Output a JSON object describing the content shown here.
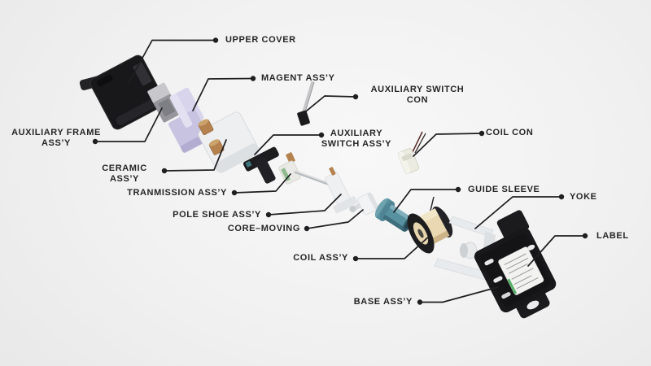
{
  "labels": {
    "upper_cover": "UPPER COVER",
    "magent_assy": "MAGENT ASS’Y",
    "auxiliary_switch_con": "AUXILIARY SWITCH\nCON",
    "auxiliary_frame_assy": "AUXILIARY FRAME\nASS’Y",
    "ceramic_assy": "CERAMIC\nASS’Y",
    "auxiliary_switch_assy": "AUXILIARY\nSWITCH ASS’Y",
    "coil_con": "COIL CON",
    "tranmission_assy": "TRANMISSION ASS’Y",
    "pole_shoe_assy": "POLE SHOE ASS’Y",
    "core_moving": "CORE–MOVING",
    "guide_sleeve": "GUIDE SLEEVE",
    "yoke": "YOKE",
    "label": "LABEL",
    "coil_assy": "COIL ASS’Y",
    "base_assy": "BASE ASS’Y"
  },
  "colors": {
    "leader_line": "#1f1f22",
    "label_text": "#262626",
    "black_housing": "#18181a",
    "gray_frame": "#95959b",
    "lavender_magnet": "#c7c3e0",
    "white_ceramic": "#edeff1",
    "copper_contact": "#b5824f",
    "teal_guide_sleeve": "#57909f",
    "cream_coil": "#e9d8b2",
    "white_yoke": "#e8ebee",
    "green_label_accent": "#58b26a"
  }
}
